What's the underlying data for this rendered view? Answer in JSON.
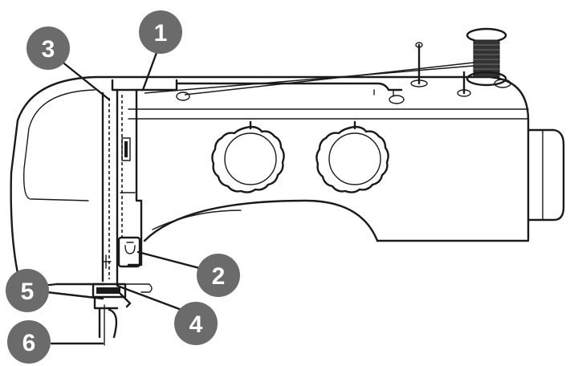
{
  "colors": {
    "badge": "#6b6b6b",
    "line": "#1a1a1a",
    "background": "#ffffff"
  },
  "callouts": [
    {
      "label": "1"
    },
    {
      "label": "2"
    },
    {
      "label": "3"
    },
    {
      "label": "4"
    },
    {
      "label": "5"
    },
    {
      "label": "6"
    }
  ]
}
